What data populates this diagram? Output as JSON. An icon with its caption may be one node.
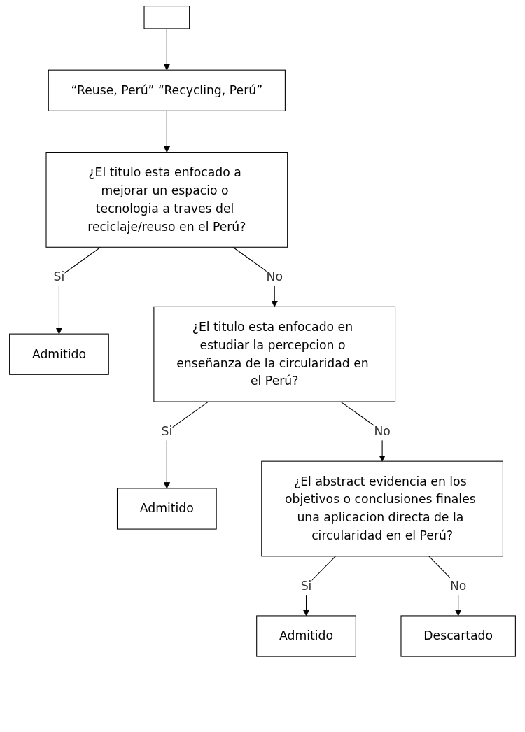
{
  "diagram": {
    "nodes": [
      {
        "text": [],
        "shape": "box"
      },
      {
        "text": [
          "“Reuse, Perú” “Recycling, Perú”"
        ]
      },
      {
        "text": [
          "¿El titulo esta enfocado a mejorar un espacio o tecnologia a traves del reciclaje/reuso en el Perú?"
        ]
      },
      {
        "text": [
          "Admitido"
        ]
      },
      {
        "text": [
          "¿El titulo esta enfocado en estudiar la percepcion o enseñanza de la circularidad en el Perú?"
        ]
      },
      {
        "text": [
          "Admitido"
        ]
      },
      {
        "text": [
          "¿El abstract evidencia en los objetivos o conclusiones finales una aplicacion directa de la circularidad en el Perú?"
        ]
      },
      {
        "text": [
          "Admitido"
        ]
      },
      {
        "text": [
          "Descartado"
        ]
      }
    ],
    "edges": [
      {
        "from": 0,
        "to": 1,
        "arrow": "to"
      },
      {
        "from": 1,
        "to": 2,
        "arrow": "to"
      },
      {
        "from": 2,
        "to": 3,
        "arrow": "to",
        "label": "Si"
      },
      {
        "from": 2,
        "to": 4,
        "arrow": "to",
        "label": "No"
      },
      {
        "from": 4,
        "to": 5,
        "arrow": "to",
        "label": "Si"
      },
      {
        "from": 4,
        "to": 6,
        "arrow": "to",
        "label": "No"
      },
      {
        "from": 6,
        "to": 7,
        "arrow": "to",
        "label": "Si"
      },
      {
        "from": 6,
        "to": 8,
        "arrow": "to",
        "label": "No"
      }
    ]
  }
}
